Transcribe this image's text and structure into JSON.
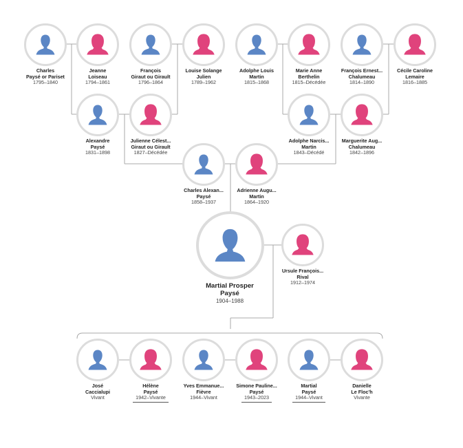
{
  "colors": {
    "male": "#5b86c5",
    "female": "#e0437c",
    "ring": "#dcdcdc",
    "line": "#a8a8a8"
  },
  "people": {
    "g1": {
      "name1": "Charles",
      "name2": "Paysé or Pariset",
      "dates": "1795–1840",
      "sex": "m"
    },
    "g2": {
      "name1": "Jeanne",
      "name2": "Loiseau",
      "dates": "1794–1861",
      "sex": "f"
    },
    "g3": {
      "name1": "François",
      "name2": "Giraut ou Girault",
      "dates": "1796–1864",
      "sex": "m"
    },
    "g4": {
      "name1": "Louise Solange",
      "name2": "Julien",
      "dates": "1789–1962",
      "sex": "f"
    },
    "g5": {
      "name1": "Adolphe Louis",
      "name2": "Martin",
      "dates": "1815–1868",
      "sex": "m"
    },
    "g6": {
      "name1": "Marie Anne",
      "name2": "Berthelin",
      "dates": "1815–Décédée",
      "sex": "f"
    },
    "g7": {
      "name1": "François Ernest...",
      "name2": "Chalumeau",
      "dates": "1814–1890",
      "sex": "m"
    },
    "g8": {
      "name1": "Cécile Caroline",
      "name2": "Lemaire",
      "dates": "1816–1885",
      "sex": "f"
    },
    "p1": {
      "name1": "Alexandre",
      "name2": "Paysé",
      "dates": "1831–1898",
      "sex": "m"
    },
    "p2": {
      "name1": "Julienne Célest...",
      "name2": "Giraut ou Girault",
      "dates": "1827–Décédée",
      "sex": "f"
    },
    "p3": {
      "name1": "Adolphe Narcis...",
      "name2": "Martin",
      "dates": "1843–Décédé",
      "sex": "m"
    },
    "p4": {
      "name1": "Marguerite Aug...",
      "name2": "Chalumeau",
      "dates": "1842–1896",
      "sex": "f"
    },
    "q1": {
      "name1": "Charles Alexan...",
      "name2": "Paysé",
      "dates": "1858–1937",
      "sex": "m"
    },
    "q2": {
      "name1": "Adrienne Augu...",
      "name2": "Martin",
      "dates": "1864–1920",
      "sex": "f"
    },
    "main": {
      "name1": "Martial Prosper",
      "name2": "Paysé",
      "dates": "1904–1988",
      "sex": "m"
    },
    "spouse": {
      "name1": "Ursule François...",
      "name2": "Rival",
      "dates": "1912–1974",
      "sex": "f"
    },
    "c1": {
      "name1": "José",
      "name2": "Caccialupi",
      "dates": "Vivant",
      "sex": "m"
    },
    "c2": {
      "name1": "Hélène",
      "name2": "Paysé",
      "dates": "1942–Vivante",
      "sex": "f"
    },
    "c3": {
      "name1": "Yves Emmanue...",
      "name2": "Fièvre",
      "dates": "1944–Vivant",
      "sex": "m"
    },
    "c4": {
      "name1": "Simone Pauline...",
      "name2": "Paysé",
      "dates": "1943–2023",
      "sex": "f"
    },
    "c5": {
      "name1": "Martial",
      "name2": "Paysé",
      "dates": "1944–Vivant",
      "sex": "m"
    },
    "c6": {
      "name1": "Danielle",
      "name2": "Le Floc'h",
      "dates": "Vivante",
      "sex": "f"
    }
  }
}
